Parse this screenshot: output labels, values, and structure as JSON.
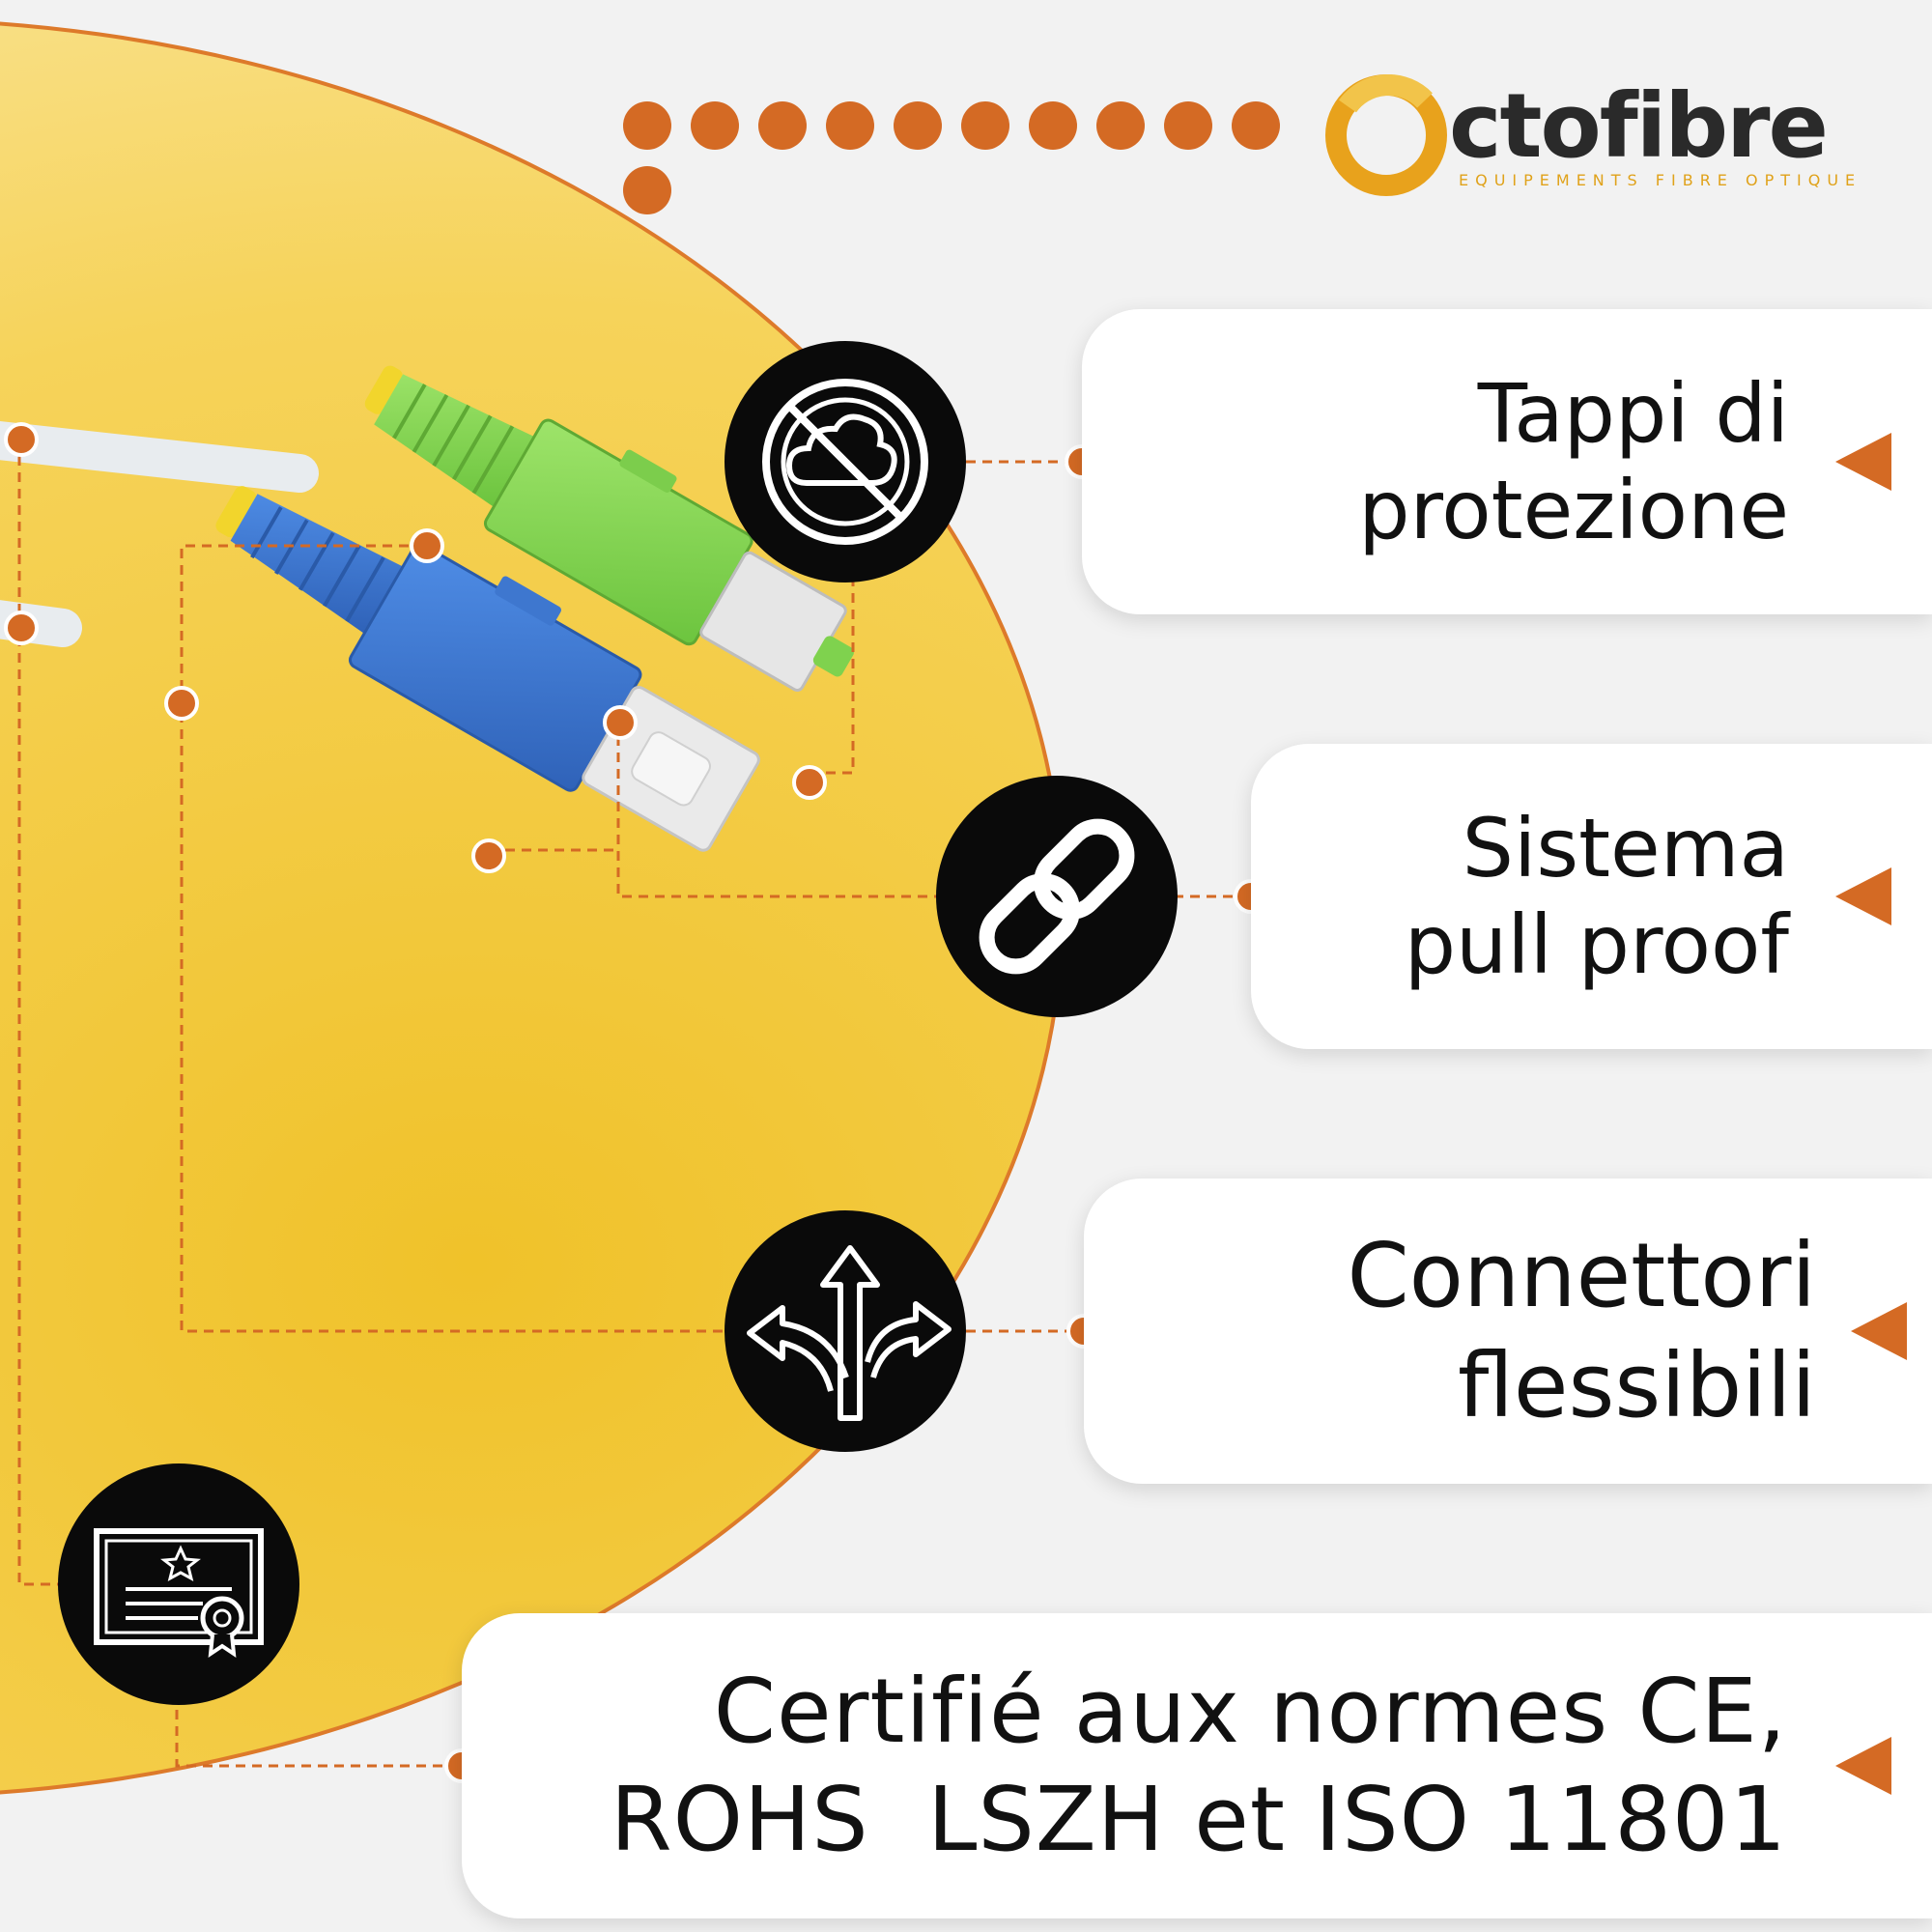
{
  "brand": {
    "name": "ctofibre",
    "tagline": "EQUIPEMENTS FIBRE OPTIQUE",
    "accent_color": "#d46a24",
    "logo_ring_color": "#e8a21c"
  },
  "features": [
    {
      "icon": "no-dust-cloud-icon",
      "lines": [
        "Tappi di",
        "protezione"
      ]
    },
    {
      "icon": "chain-link-icon",
      "lines": [
        "Sistema",
        "pull proof"
      ]
    },
    {
      "icon": "branching-arrows-icon",
      "lines": [
        "Connettori",
        "flessibili"
      ]
    },
    {
      "icon": "certificate-icon",
      "lines": [
        "Certifié aux normes CE,",
        "ROHS  LSZH et ISO 11801"
      ]
    }
  ],
  "colors": {
    "background": "#f2f2f2",
    "disc": "#f3c93a",
    "connector_green": "#8ed85a",
    "connector_blue": "#3f79d1",
    "icon_circle": "#0a0a0a"
  }
}
